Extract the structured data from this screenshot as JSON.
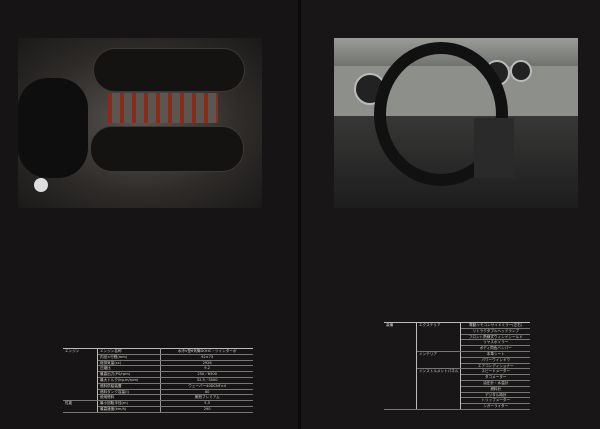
{
  "left_table": {
    "sections": [
      {
        "name": "エンジン",
        "rows": [
          [
            "エンジン名称",
            "水冷V型6気筒DOHC・ツインターボ"
          ],
          [
            "内径×行程(mm)",
            "92×73"
          ],
          [
            "総排気量(cc)",
            "2926"
          ],
          [
            "圧縮比",
            "9.2"
          ],
          [
            "最高出力(PS/rpm)",
            "250／6500"
          ],
          [
            "最大トルク(kg-m/rpm)",
            "32.5／3500"
          ],
          [
            "燃料供給装置",
            "ウェーバー40DCNF×4"
          ],
          [
            "燃料タンク容量(l)",
            "80"
          ],
          [
            "使用燃料",
            "無鉛プレミアム"
          ]
        ]
      },
      {
        "name": "性能",
        "rows": [
          [
            "最小回転半径(m)",
            "5.5"
          ],
          [
            "最高速度(km/h)",
            "290"
          ]
        ]
      }
    ]
  },
  "right_table": {
    "category": "装備",
    "groups": [
      {
        "name": "エクステリア",
        "items": [
          "電動リモコンサイドミラー(左右)",
          "リトラクタブルヘッドランプ",
          "フロント熱線式ウィンドシールド",
          "リヤスポイラー",
          "ボディ同色バンパー"
        ]
      },
      {
        "name": "インテリア",
        "items": [
          "本革シート",
          "パワーウインドウ",
          "エアコンディショナー"
        ]
      },
      {
        "name": "インストルメントパネル",
        "items": [
          "スピードメーター",
          "タコメーター",
          "油圧計・水温計",
          "燃料計",
          "デジタル時計",
          "トリップメーター",
          "シガーライター"
        ]
      }
    ]
  }
}
